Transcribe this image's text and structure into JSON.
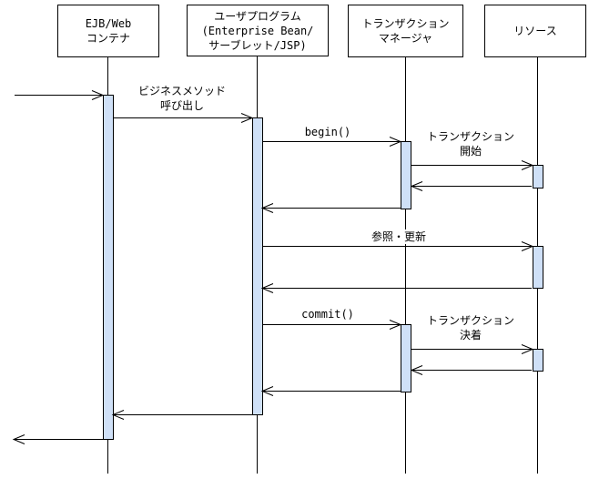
{
  "diagram": {
    "kind": "uml-sequence-diagram",
    "colors": {
      "line": "#000000",
      "activation_fill": "#cfe0f7",
      "activation_border": "#000000",
      "background": "#ffffff"
    }
  },
  "actors": [
    {
      "id": "ejb-web-container",
      "lines": [
        "EJB/Web",
        "コンテナ"
      ]
    },
    {
      "id": "user-program",
      "lines": [
        "ユーザプログラム",
        "(Enterprise Bean/",
        "サーブレット/JSP)"
      ]
    },
    {
      "id": "transaction-manager",
      "lines": [
        "トランザクション",
        "マネージャ"
      ]
    },
    {
      "id": "resource",
      "lines": [
        "リソース"
      ]
    }
  ],
  "messages": [
    {
      "id": "business-method-call",
      "lines": [
        "ビジネスメソッド",
        "呼び出し"
      ]
    },
    {
      "id": "begin",
      "lines": [
        "begin()"
      ]
    },
    {
      "id": "transaction-start",
      "lines": [
        "トランザクション",
        "開始"
      ]
    },
    {
      "id": "reference-update",
      "lines": [
        "参照・更新"
      ]
    },
    {
      "id": "commit",
      "lines": [
        "commit()"
      ]
    },
    {
      "id": "transaction-settle",
      "lines": [
        "トランザクション",
        "決着"
      ]
    }
  ]
}
